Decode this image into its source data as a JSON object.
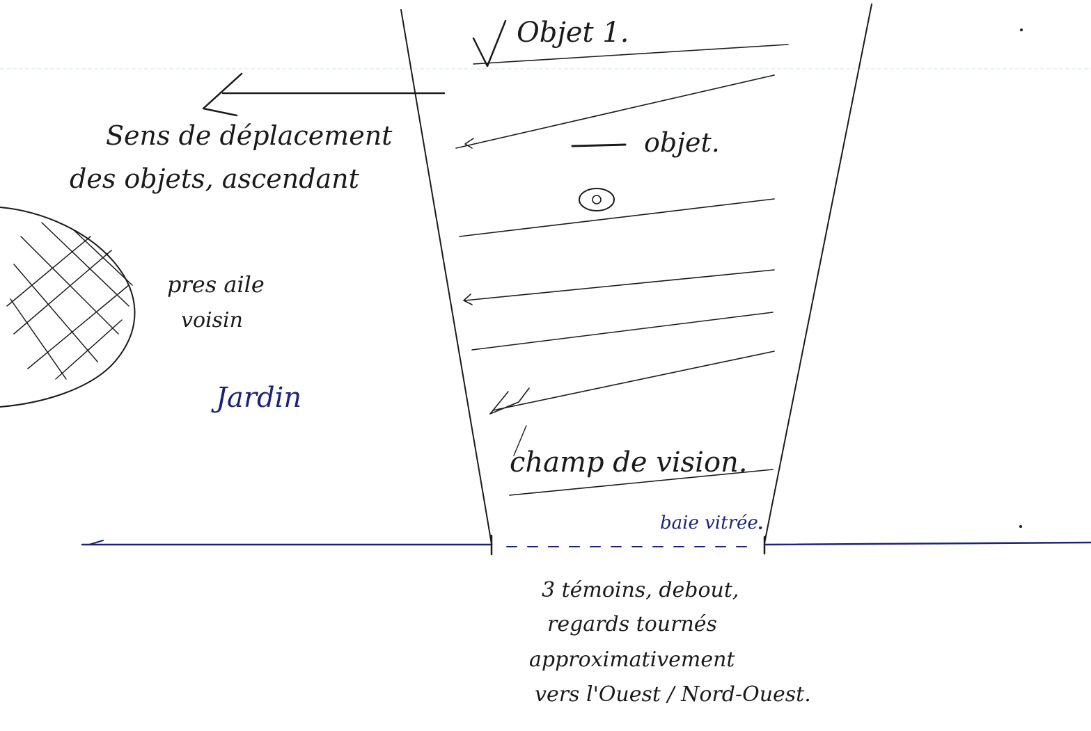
{
  "labels": {
    "object_1": "Objet 1.",
    "object": "objet.",
    "direction": [
      "Sens de déplacement",
      "des objets, ascendant"
    ],
    "near_neighbor": [
      "pres aile",
      "voisin"
    ],
    "garden": "Jardin",
    "field_of_view": "champ de vision.",
    "bay_window": "baie vitrée.",
    "witnesses": [
      "3 témoins, debout,",
      "regards tournés",
      "approximativement",
      "vers l'Ouest / Nord-Ouest."
    ]
  },
  "colors": {
    "pencil": "#1a1a1a",
    "blue_ink": "#1c237a",
    "faint_rule": "#d6e6ef"
  }
}
